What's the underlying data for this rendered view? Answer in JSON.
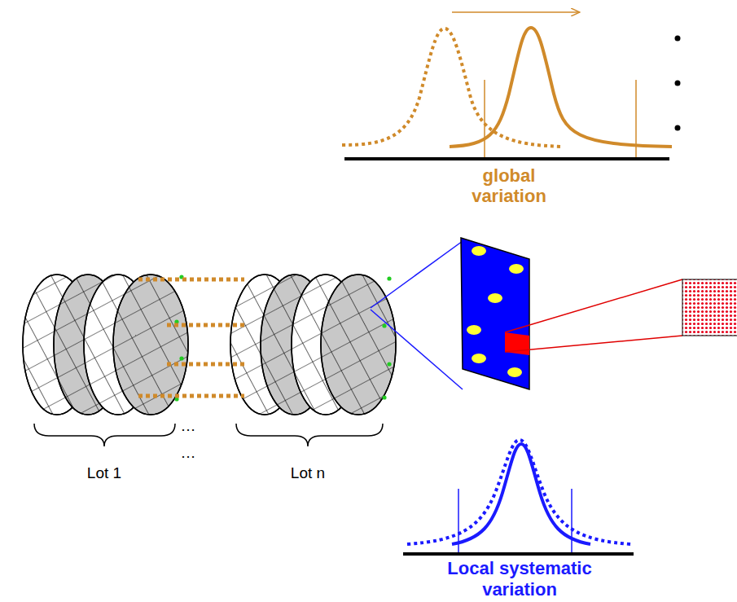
{
  "diagram": {
    "labels": [
      "global variation",
      "Lot 1",
      "…",
      "…",
      "Lot n",
      "Local systematic variation"
    ]
  }
}
